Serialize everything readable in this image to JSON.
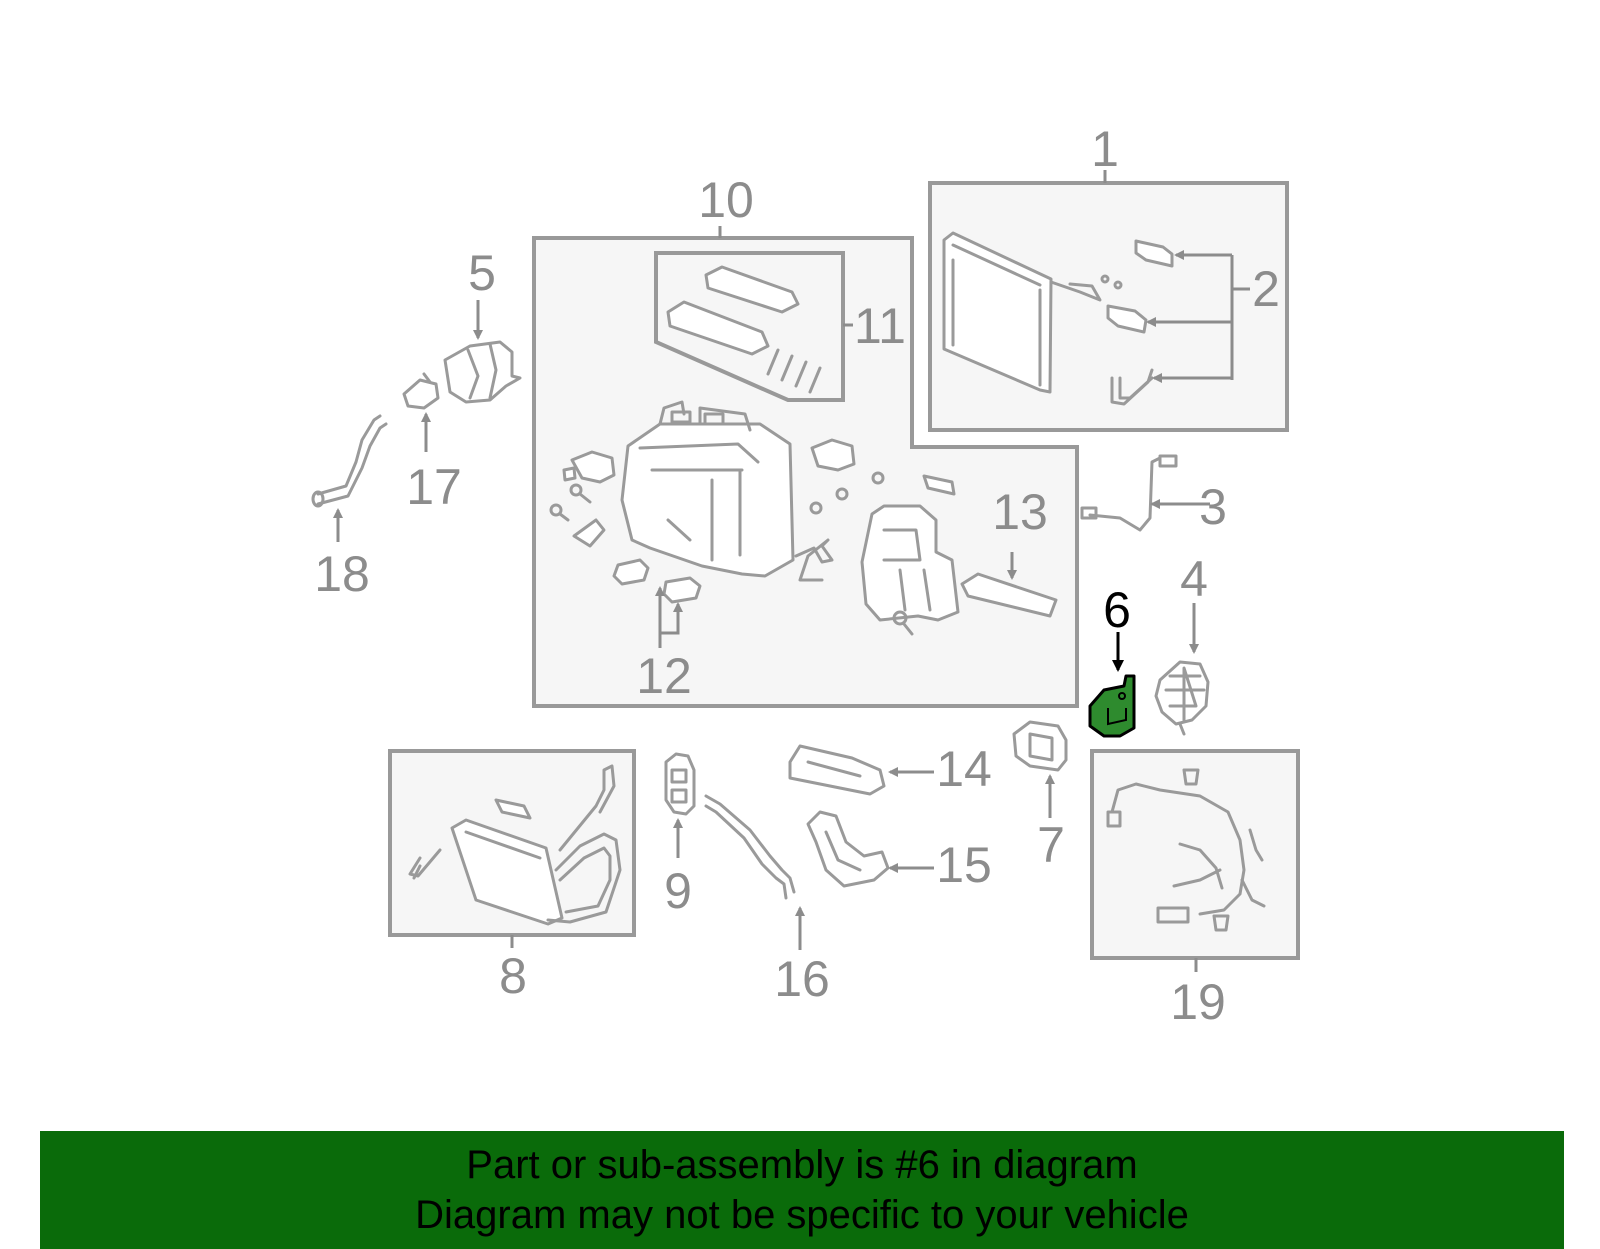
{
  "callouts": [
    "1",
    "2",
    "3",
    "4",
    "5",
    "6",
    "7",
    "8",
    "9",
    "10",
    "11",
    "12",
    "13",
    "14",
    "15",
    "16",
    "17",
    "18",
    "19"
  ],
  "highlighted_part": "6",
  "colors": {
    "banner": "#0a6b0a",
    "highlight_fill": "#2e8b2e",
    "line": "#9a9a9a",
    "box_fill": "#f6f6f6"
  },
  "banner": {
    "line1": "Part or sub-assembly is #6 in diagram",
    "line2": "Diagram may not be specific to your vehicle"
  }
}
